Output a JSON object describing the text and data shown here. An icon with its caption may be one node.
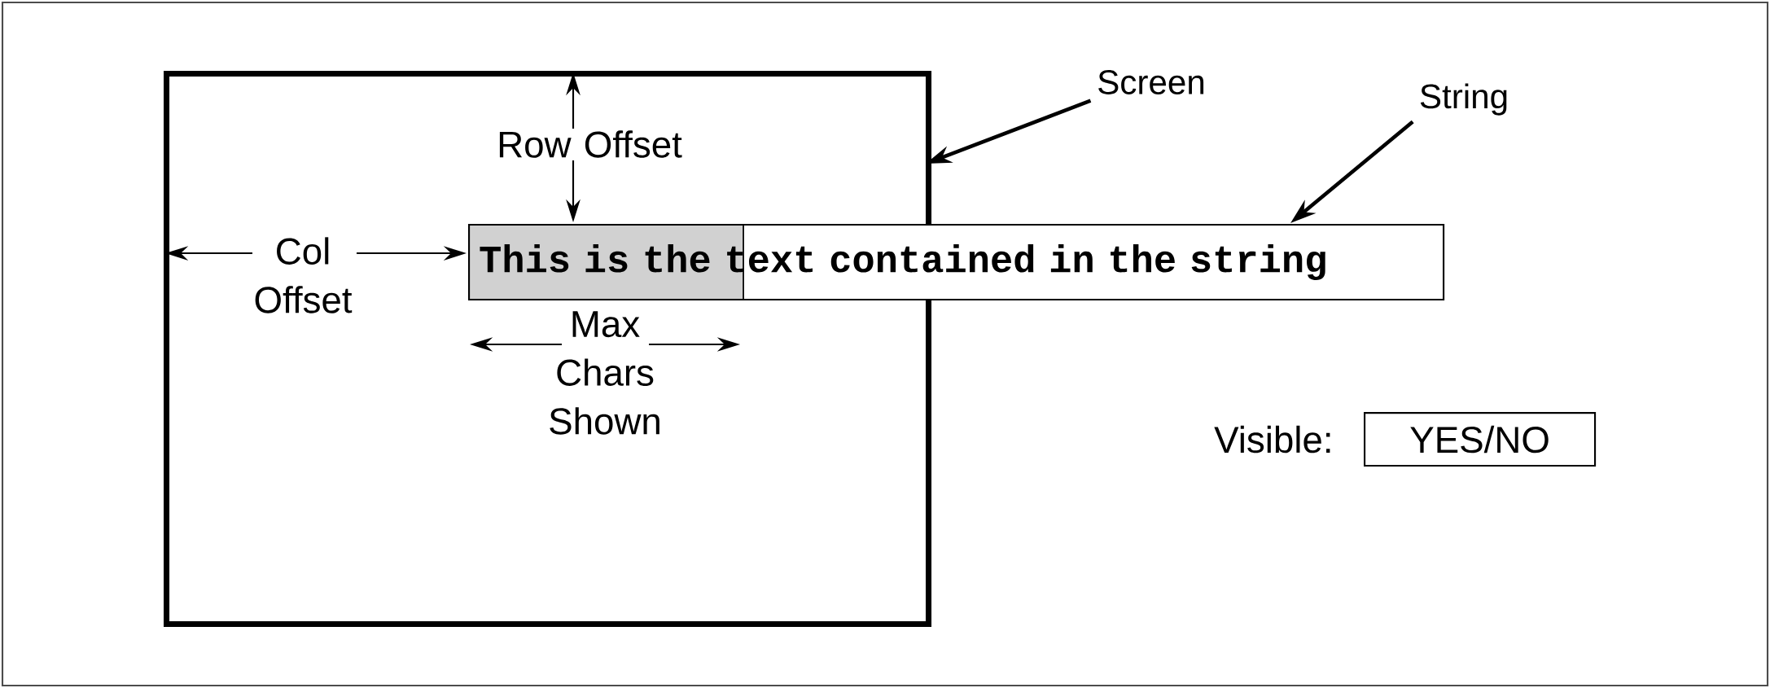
{
  "diagram": {
    "nodes": [
      {
        "text": [
          "Screen"
        ]
      },
      {
        "text": [],
        "shape": "box"
      },
      {
        "text": [
          "String"
        ]
      },
      {
        "text": [
          "This is the text contained in the string"
        ]
      },
      {
        "text": [
          "YES/NO"
        ],
        "beside": [
          "Visible:"
        ]
      }
    ],
    "edges": [
      {
        "from": 0,
        "to": 1,
        "arrow": "to"
      },
      {
        "from": 2,
        "to": 3,
        "arrow": "to"
      }
    ],
    "labels": [
      "Row Offset",
      "Col Offset",
      "Max Chars Shown"
    ]
  }
}
